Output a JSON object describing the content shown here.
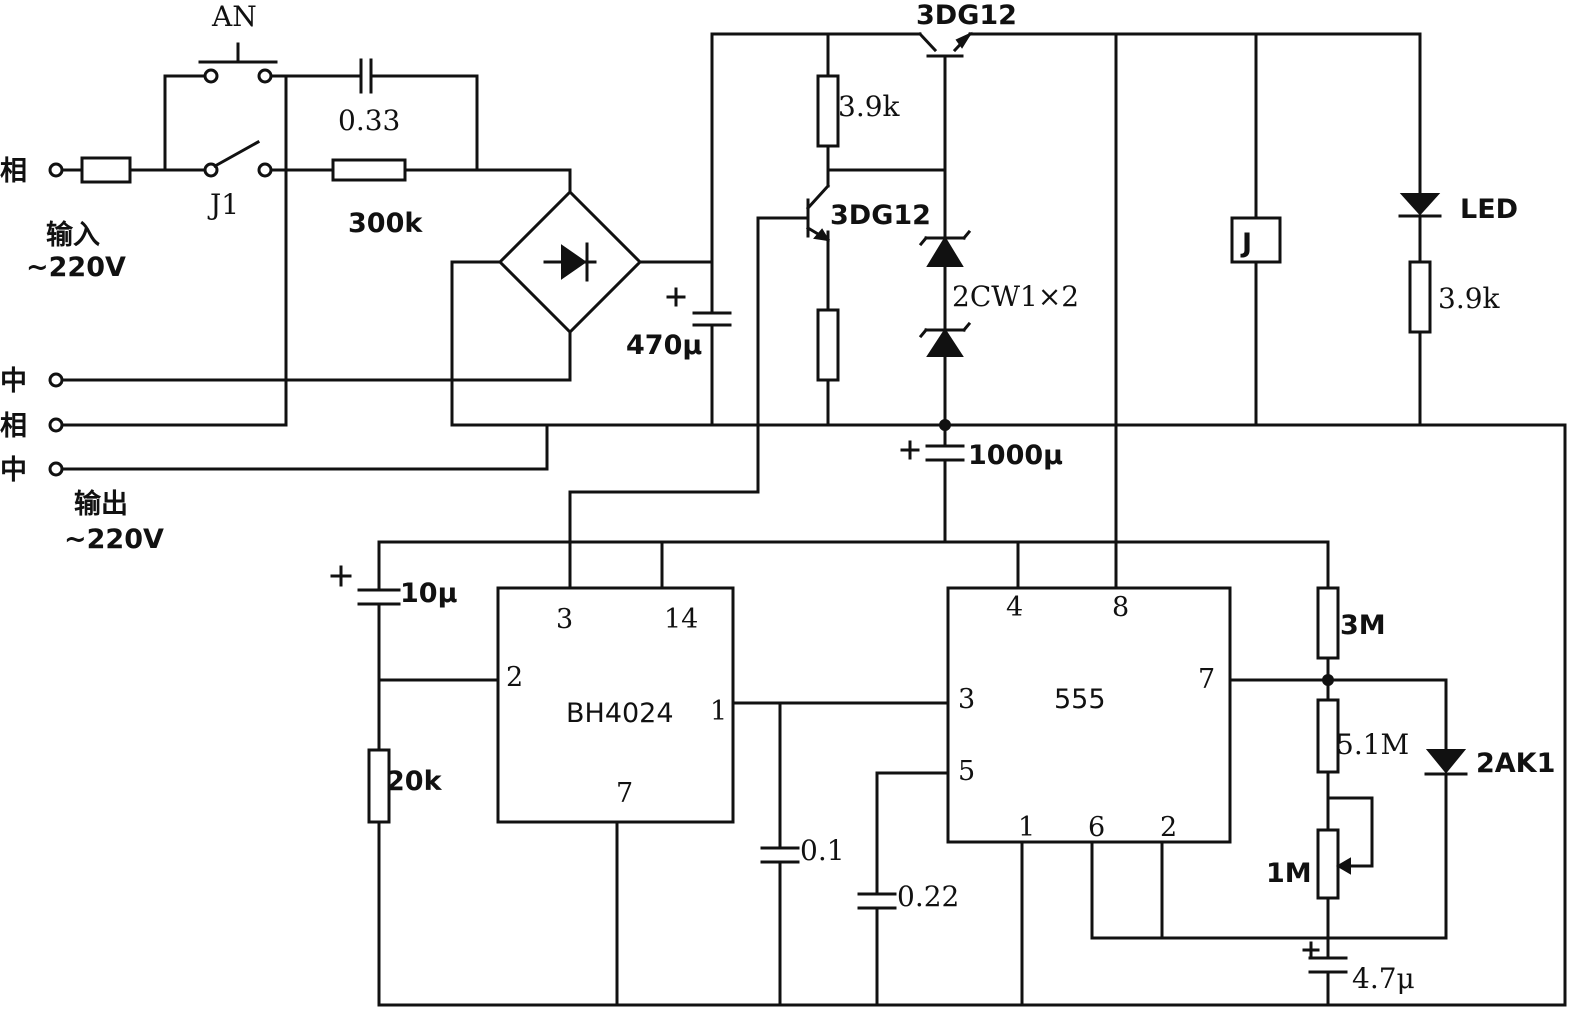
{
  "terminals": {
    "in_phase": "相",
    "in_label": "输入",
    "in_voltage": "~220V",
    "neutral_1": "中",
    "out_phase": "相",
    "neutral_2": "中",
    "out_label": "输出",
    "out_voltage": "~220V"
  },
  "switches": {
    "button": "AN",
    "relay_contact": "J1"
  },
  "input_stage": {
    "cap": "0.33",
    "resistor": "300k",
    "filter_cap": "470μ"
  },
  "regulator": {
    "pass_transistor": "3DG12",
    "bias_resistor": "3.9k",
    "driver_transistor": "3DG12",
    "zener": "2CW1×2",
    "storage_cap": "1000μ"
  },
  "loads": {
    "relay": "J",
    "led": "LED",
    "led_resistor": "3.9k"
  },
  "counter": {
    "name": "BH4024",
    "pins": {
      "p3": "3",
      "p14": "14",
      "p2": "2",
      "p1": "1",
      "p7": "7"
    },
    "reset_cap": "10μ",
    "reset_res": "20k",
    "cap_01": "0.1"
  },
  "timer": {
    "name": "555",
    "pins": {
      "p4": "4",
      "p8": "8",
      "p3": "3",
      "p7": "7",
      "p5": "5",
      "p1": "1",
      "p6": "6",
      "p2": "2"
    },
    "cap_022": "0.22",
    "r_3m": "3M",
    "r_51m": "5.1M",
    "pot_1m": "1M",
    "diode": "2AK1",
    "timing_cap": "4.7μ"
  }
}
